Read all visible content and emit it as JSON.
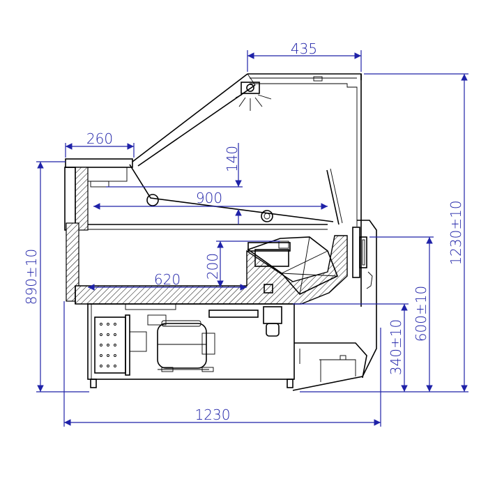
{
  "dimensions": {
    "top_width": "435",
    "counter_depth": "260",
    "shelf_height": "140",
    "shelf_depth": "900",
    "tray_height": "200",
    "base_depth": "620",
    "total_height": "1230±10",
    "counter_height": "890±10",
    "rear_counter_height": "600±10",
    "rear_base_height": "340±10",
    "total_depth": "1230"
  },
  "colors": {
    "dimension": "#1f22a8",
    "outline": "#000000",
    "background": "#ffffff"
  }
}
